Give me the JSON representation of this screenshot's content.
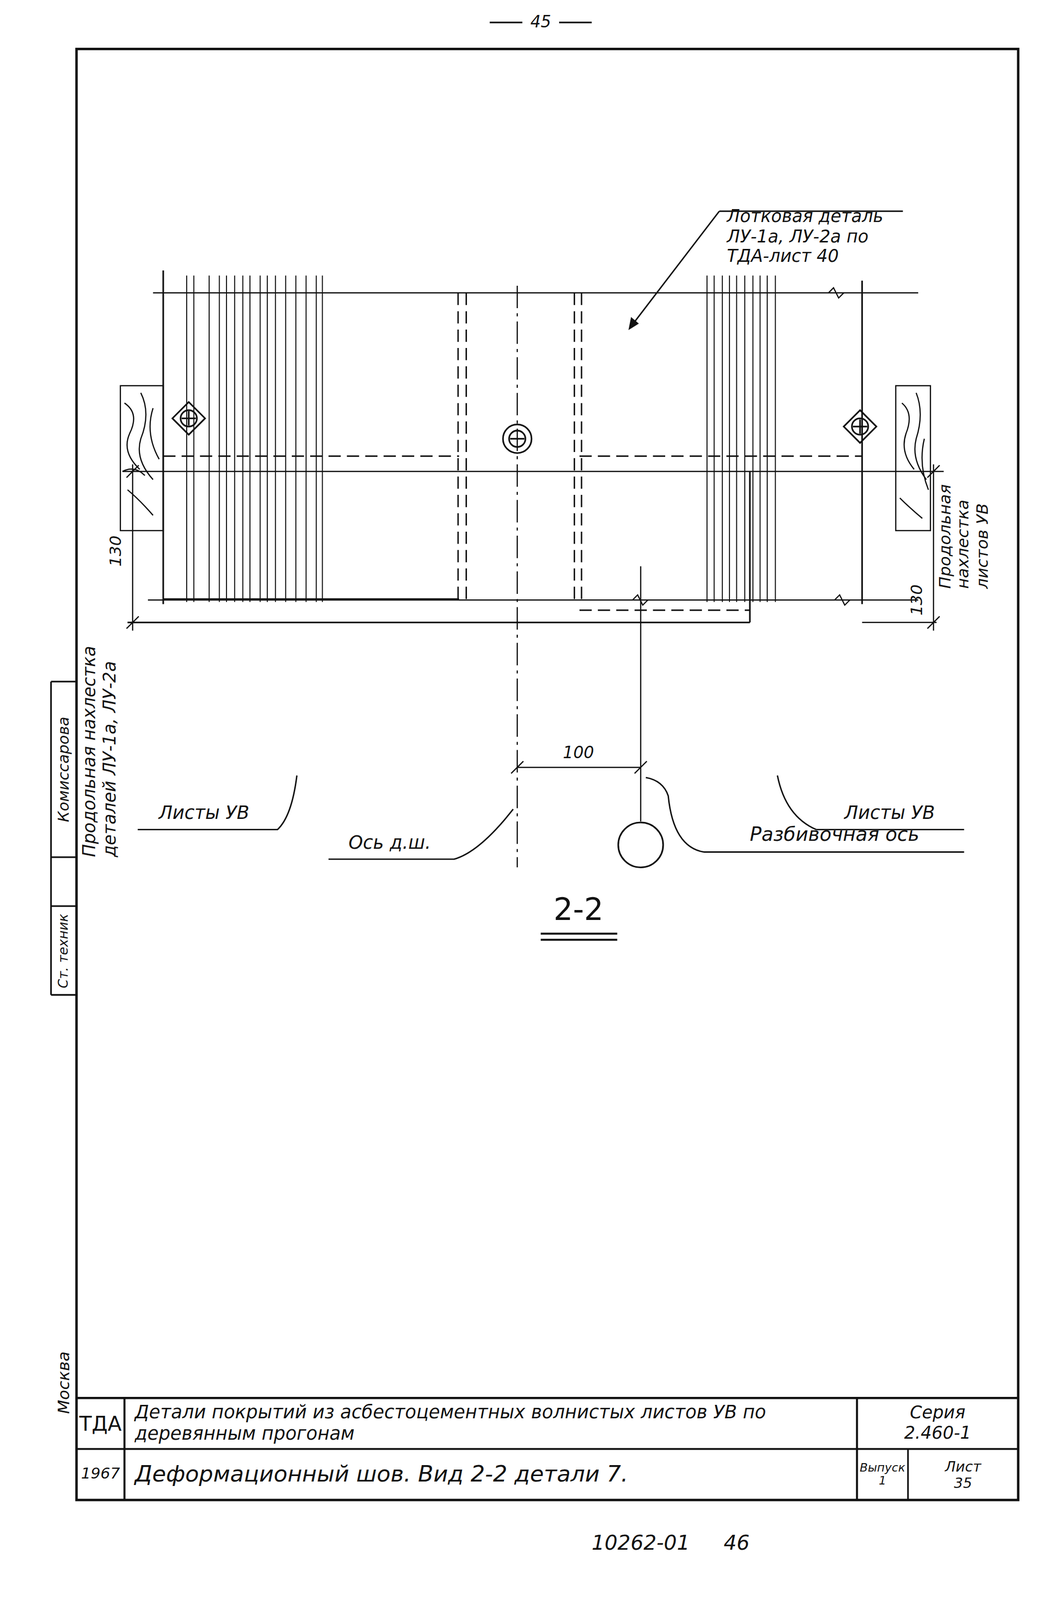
{
  "diagram": {
    "title": "2-2",
    "nodes": [
      {
        "text": [
          "ТДА"
        ]
      },
      {
        "text": [
          "Детали покрытий из асбестоцементных волнистых листов УВ по деревянным прогонам"
        ]
      },
      {
        "text": [
          "Серия 2.460-1"
        ]
      },
      {
        "text": [
          "1967"
        ]
      },
      {
        "text": [
          "Деформационный шов. Вид 2-2 детали 7."
        ]
      },
      {
        "text": [
          "Выпуск",
          "1"
        ]
      },
      {
        "text": [
          "Лист",
          "35"
        ]
      }
    ],
    "labels": [
      "45",
      "Лотковая деталь ЛУ-1а, ЛУ-2а по ТДА-лист 40",
      "Продольная нахлестка деталей ЛУ-1а, ЛУ-2а",
      "130",
      "130",
      "Продольная нахлестка листов УВ",
      "Листы УВ",
      "Листы УВ",
      "100",
      "Ось д.ш.",
      "Разбивочная ось",
      "Комиссарова",
      "Ст. техник",
      "Москва",
      "10262-01",
      "46"
    ]
  }
}
